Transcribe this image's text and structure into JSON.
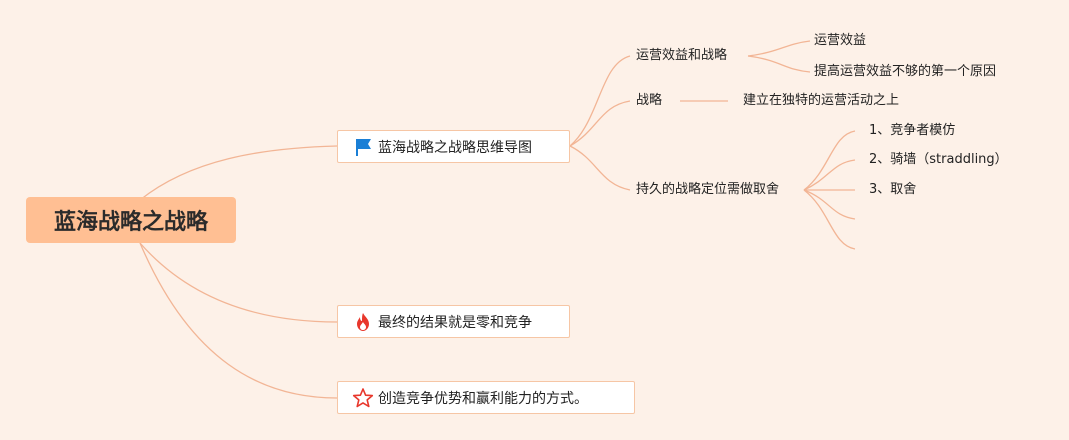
{
  "root": {
    "label": "蓝海战略之战略"
  },
  "branches": [
    {
      "label": "蓝海战略之战略思维导图",
      "icon": "blue-flag-icon",
      "children": [
        {
          "label": "运营效益和战略",
          "children": [
            "运营效益",
            "提高运营效益不够的第一个原因"
          ]
        },
        {
          "label": "战略",
          "children": [
            "建立在独特的运营活动之上"
          ]
        },
        {
          "label": "持久的战略定位需做取舍",
          "children": [
            "1、竞争者模仿",
            "2、骑墙（straddling）",
            "3、取舍",
            "",
            ""
          ]
        }
      ]
    },
    {
      "label": "最终的结果就是零和竞争",
      "icon": "fire-icon",
      "children": []
    },
    {
      "label": "创造竞争优势和赢利能力的方式。",
      "icon": "star-outline-icon",
      "children": []
    }
  ],
  "colors": {
    "background": "#fdf1e8",
    "root_fill": "#ffbf93",
    "connector": "#f2b595",
    "box_border": "#f6c6a5",
    "flag": "#1a7fd6",
    "fire": "#e8372c",
    "star": "#e8372c"
  }
}
